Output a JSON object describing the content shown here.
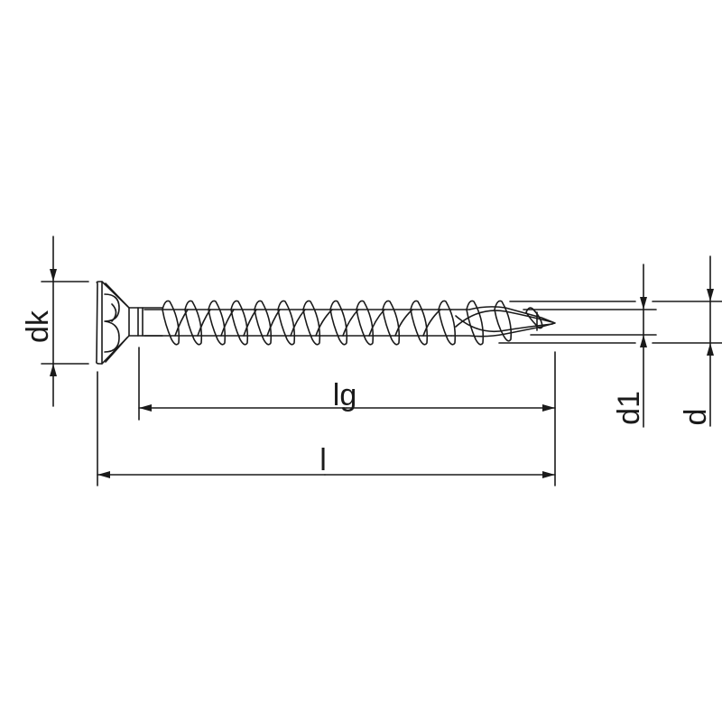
{
  "drawing": {
    "subject": "countersunk wood screw (technical drawing, side view)",
    "stroke_color": "#1a1a1a",
    "background_color": "#ffffff"
  },
  "dimensions": {
    "dk": {
      "label": "dk",
      "description": "head diameter"
    },
    "lg": {
      "label": "lg",
      "description": "thread length"
    },
    "l": {
      "label": "l",
      "description": "overall length"
    },
    "d1": {
      "label": "d1",
      "description": "core diameter"
    },
    "d": {
      "label": "d",
      "description": "thread diameter"
    }
  }
}
